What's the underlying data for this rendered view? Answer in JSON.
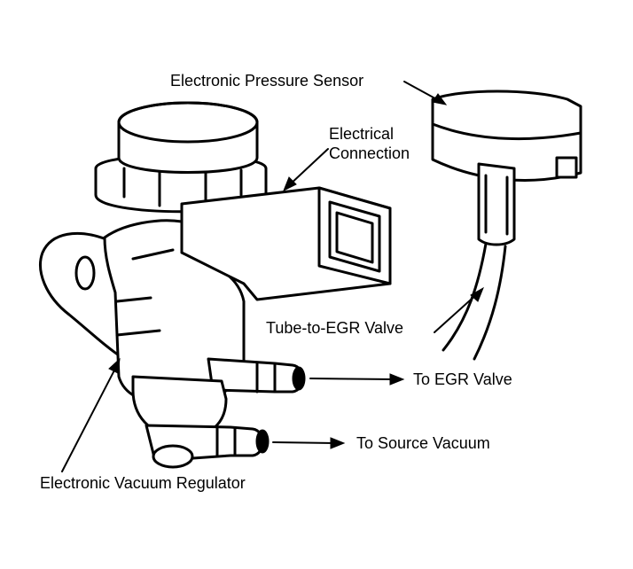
{
  "labels": {
    "pressure_sensor": "Electronic Pressure Sensor",
    "electrical_connection_line1": "Electrical",
    "electrical_connection_line2": "Connection",
    "tube_to_egr": "Tube-to-EGR Valve",
    "to_egr_valve": "To EGR Valve",
    "to_source_vacuum": "To Source Vacuum",
    "vacuum_regulator": "Electronic Vacuum Regulator"
  },
  "colors": {
    "ink": "#000000",
    "paper": "#ffffff"
  }
}
